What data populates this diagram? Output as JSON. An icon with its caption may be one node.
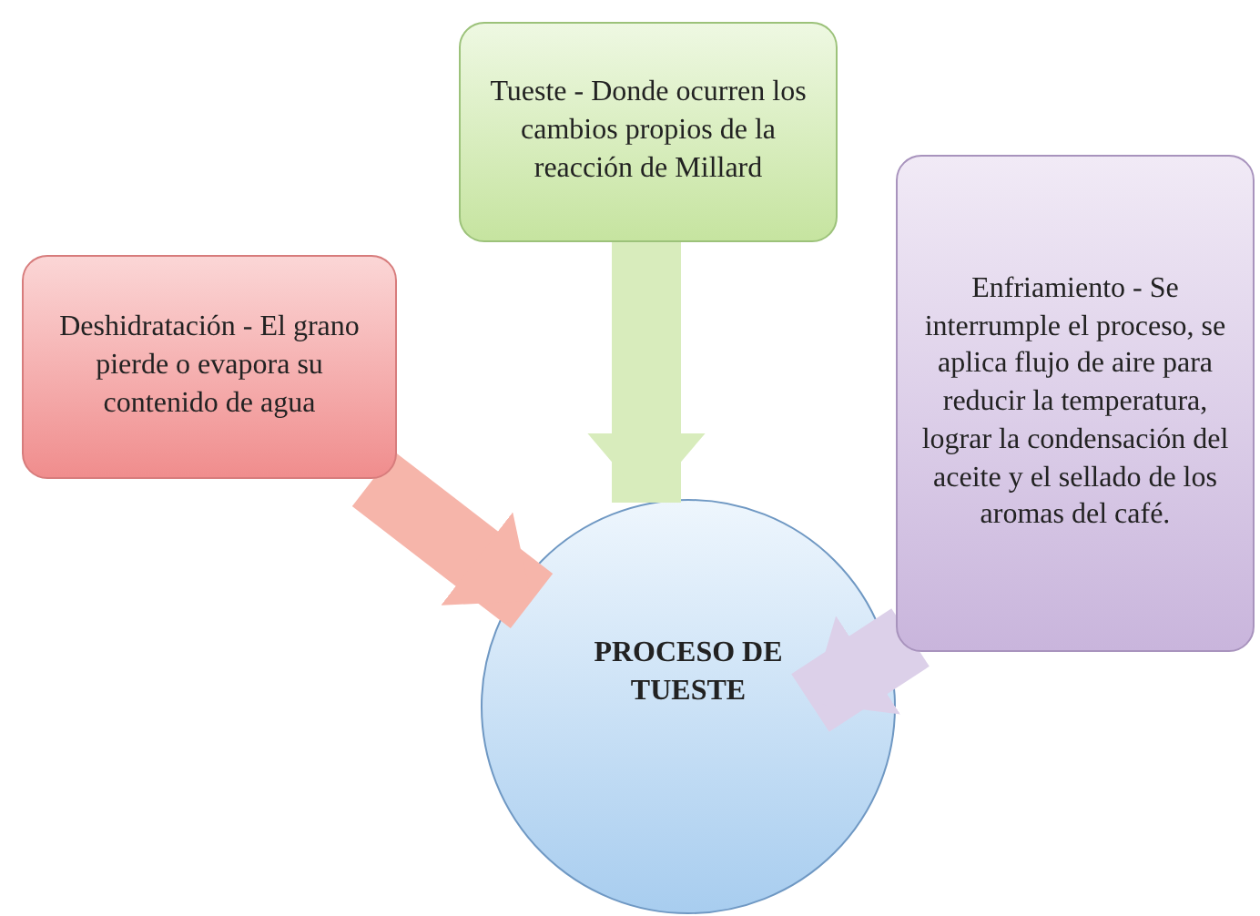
{
  "diagram": {
    "nodes": [
      {
        "text": [
          "Deshidratación - El grano pierde o evapora su contenido de agua"
        ]
      },
      {
        "text": [
          "Tueste - Donde ocurren los cambios propios de la reacción de Millard"
        ]
      },
      {
        "text": [
          "Enfriamiento - Se interrumple el proceso, se aplica flujo de aire para reducir la temperatura, lograr la condensación del aceite y el sellado de los aromas del café."
        ]
      },
      {
        "text": [
          "PROCESO DE TUESTE"
        ]
      }
    ],
    "edges": [
      {
        "from": 0,
        "to": 3,
        "arrow": "to"
      },
      {
        "from": 1,
        "to": 3,
        "arrow": "to"
      },
      {
        "from": 2,
        "to": 3,
        "arrow": "to"
      }
    ]
  }
}
